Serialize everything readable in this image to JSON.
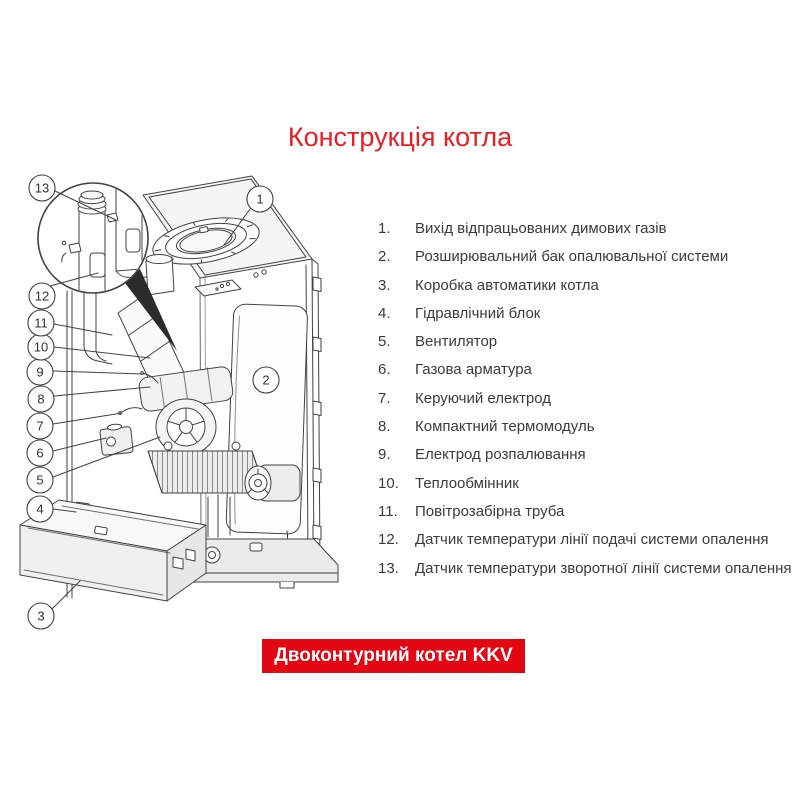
{
  "title": "Конструкція котла",
  "banner": {
    "label": "Двоконтурний котел KKV"
  },
  "colors": {
    "title_red": "#ed1c24",
    "banner_red": "#e30613",
    "diagram_line": "#424242"
  },
  "diagram": {
    "callouts": [
      "1",
      "2",
      "3",
      "4",
      "5",
      "6",
      "7",
      "8",
      "9",
      "10",
      "11",
      "12",
      "13"
    ]
  },
  "parts_list": {
    "items": [
      {
        "num": "1.",
        "label": "Вихід відпрацьованих димових газів"
      },
      {
        "num": "2.",
        "label": "Розширювальний бак опалювальної системи"
      },
      {
        "num": "3.",
        "label": "Коробка автоматики котла"
      },
      {
        "num": "4.",
        "label": "Гідравлічний блок"
      },
      {
        "num": "5.",
        "label": "Вентилятор"
      },
      {
        "num": "6.",
        "label": "Газова арматура"
      },
      {
        "num": "7.",
        "label": "Керуючий електрод"
      },
      {
        "num": "8.",
        "label": "Компактний термомодуль"
      },
      {
        "num": "9.",
        "label": "Електрод розпалювання"
      },
      {
        "num": "10.",
        "label": "Теплообмінник"
      },
      {
        "num": "11.",
        "label": "Повітрозабірна труба"
      },
      {
        "num": "12.",
        "label": "Датчик температури лінії подачі системи опалення"
      },
      {
        "num": "13.",
        "label": "Датчик температури зворотної лінії системи опалення"
      }
    ]
  }
}
